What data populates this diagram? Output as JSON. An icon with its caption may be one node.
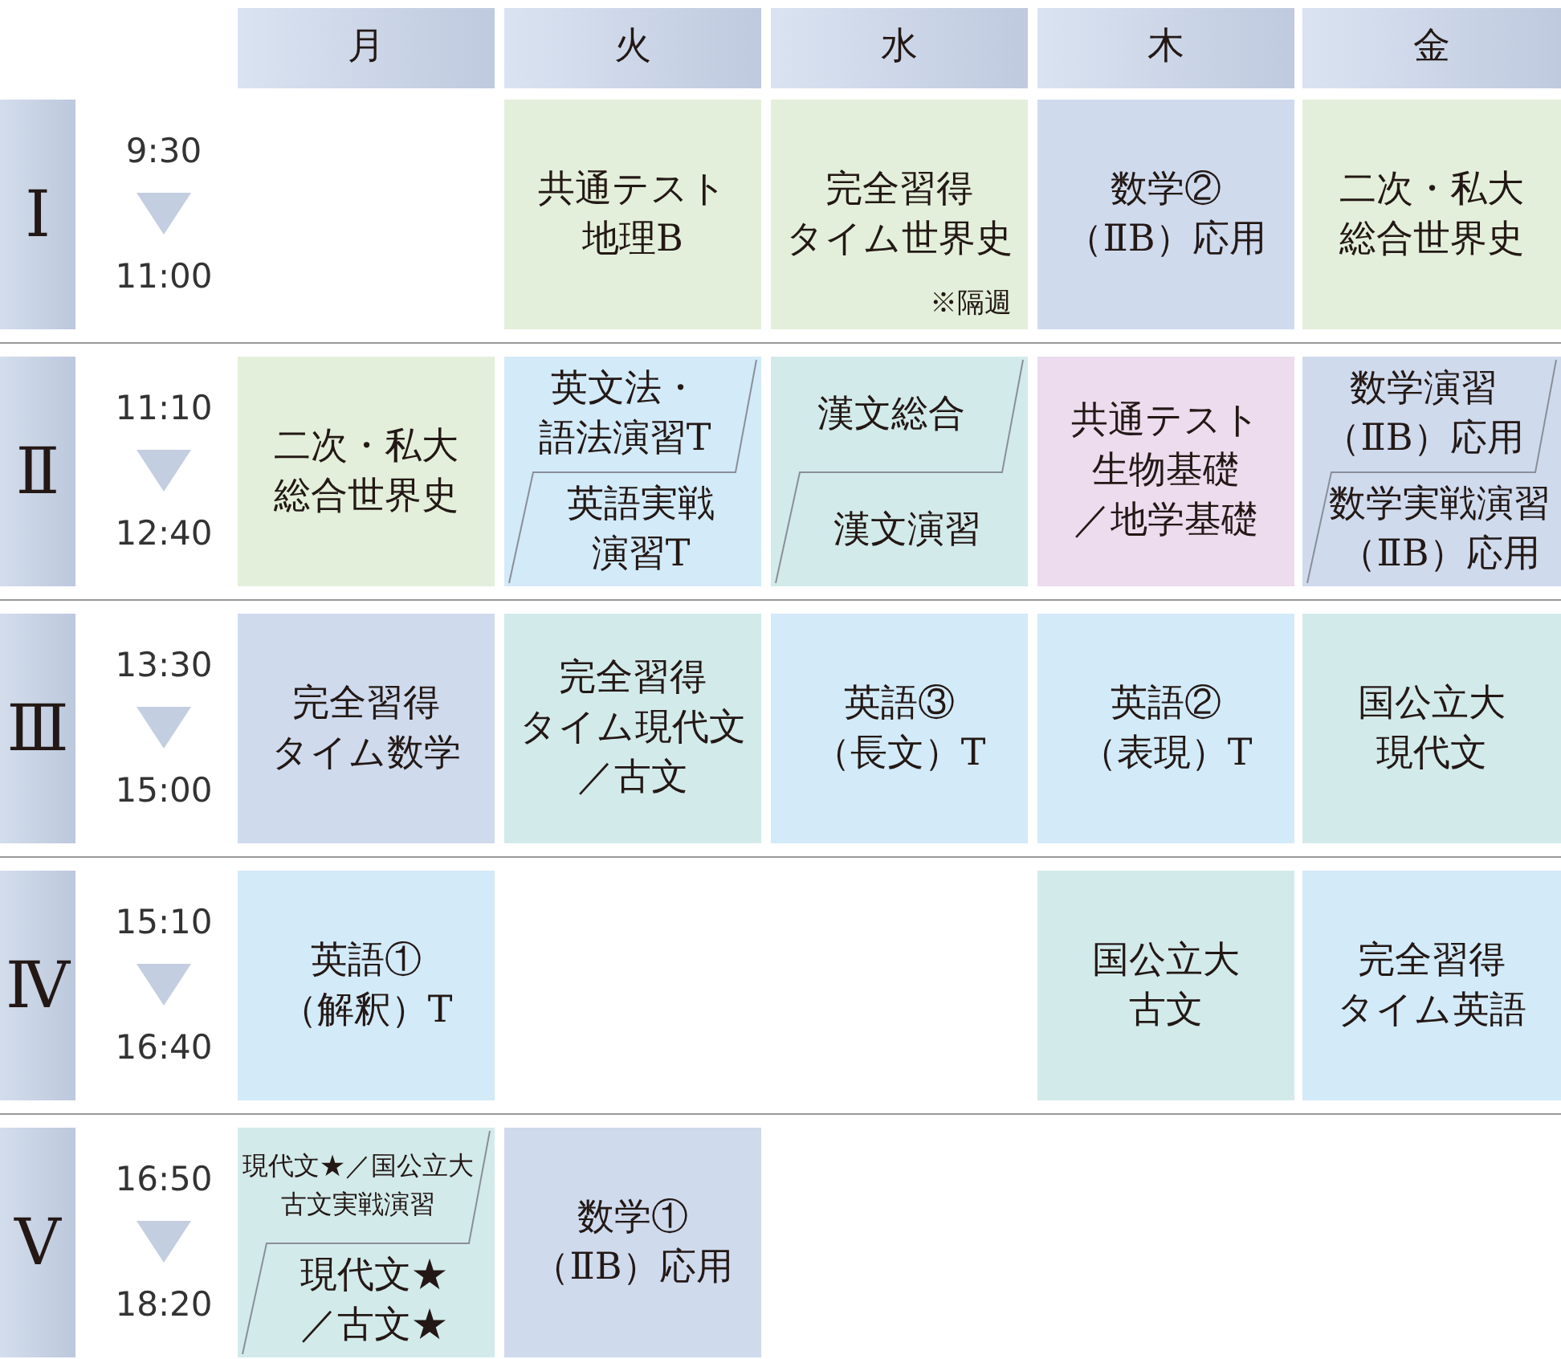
{
  "diagram": {
    "nodes": [
      {
        "text": [
          "月"
        ]
      },
      {
        "text": [
          "火"
        ]
      },
      {
        "text": [
          "水"
        ]
      },
      {
        "text": [
          "木"
        ]
      },
      {
        "text": [
          "金"
        ]
      },
      {
        "text": [
          "Ⅰ"
        ]
      },
      {
        "text": [
          "共通テスト地理B"
        ]
      },
      {
        "text": [
          "完全習得タイム世界史",
          "※隔週"
        ]
      },
      {
        "text": [
          "数学②（ⅡB）応用"
        ]
      },
      {
        "text": [
          "二次・私大総合世界史"
        ]
      },
      {
        "text": [
          "Ⅱ"
        ]
      },
      {
        "text": [
          "二次・私大総合世界史"
        ]
      },
      {
        "text": [
          "英文法・語法演習T",
          "英語実戦演習T"
        ]
      },
      {
        "text": [
          "漢文総合",
          "漢文演習"
        ]
      },
      {
        "text": [
          "共通テスト生物基礎／地学基礎"
        ]
      },
      {
        "text": [
          "数学演習（ⅡB）応用",
          "数学実戦演習（ⅡB）応用"
        ]
      },
      {
        "text": [
          "Ⅲ"
        ]
      },
      {
        "text": [
          "完全習得タイム数学"
        ]
      },
      {
        "text": [
          "完全習得タイム現代文／古文"
        ]
      },
      {
        "text": [
          "英語③（長文）T"
        ]
      },
      {
        "text": [
          "英語②（表現）T"
        ]
      },
      {
        "text": [
          "国公立大現代文"
        ]
      },
      {
        "text": [
          "Ⅳ"
        ]
      },
      {
        "text": [
          "英語①（解釈）T"
        ]
      },
      {
        "text": [
          "国公立大古文"
        ]
      },
      {
        "text": [
          "完全習得タイム英語"
        ]
      },
      {
        "text": [
          "Ⅴ"
        ]
      },
      {
        "text": [
          "現代文★／国公立大古文実戦演習",
          "現代文★／古文★"
        ]
      },
      {
        "text": [
          "数学①（ⅡB）応用"
        ]
      }
    ],
    "edges": [],
    "labels": [
      "9:30",
      "11:00",
      "11:10",
      "12:40",
      "13:30",
      "15:00",
      "15:10",
      "16:40",
      "16:50",
      "18:20"
    ]
  }
}
